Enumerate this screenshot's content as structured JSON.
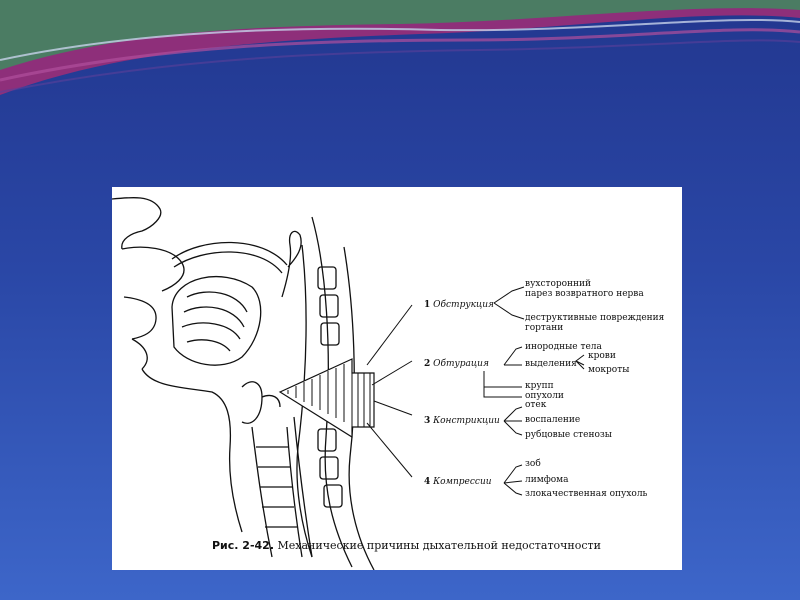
{
  "slide": {
    "colors": {
      "background_top": "#22378f",
      "background_bottom": "#3d66c9",
      "wave_green": "#3f8a5f",
      "wave_magenta": "#8e2f7a",
      "wave_light": "#c7d2ea"
    }
  },
  "figure": {
    "categories": [
      {
        "number": "1",
        "name": "Обструкция",
        "items": [
          "вухсторонний\nпарез возвратного нерва",
          "деструктивные повреждения\nгортани"
        ]
      },
      {
        "number": "2",
        "name": "Обтурация",
        "items": [
          "инородные тела",
          "выделения",
          "крупп",
          "опухоли"
        ],
        "subitems": [
          "крови",
          "мокроты"
        ]
      },
      {
        "number": "3",
        "name": "Констрикции",
        "items": [
          "отек",
          "воспаление",
          "рубцовые стенозы"
        ]
      },
      {
        "number": "4",
        "name": "Компрессии",
        "items": [
          "зоб",
          "лимфома",
          "злокачественная опухоль"
        ]
      }
    ],
    "caption": {
      "prefix": "Рис. 2-42.",
      "text": "Механические причины дыхательной недостаточности"
    }
  }
}
